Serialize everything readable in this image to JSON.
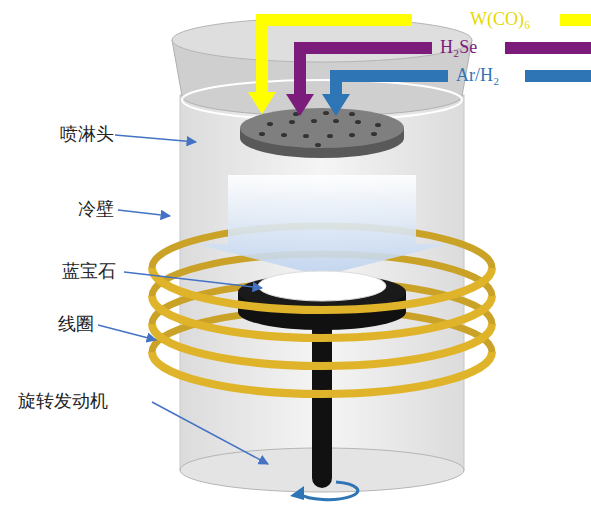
{
  "diagram": {
    "labels": [
      "W(CO)₆",
      "H₂Se",
      "Ar/H₂",
      "喷淋头",
      "冷壁",
      "蓝宝石",
      "线圈",
      "旋转发动机"
    ]
  }
}
